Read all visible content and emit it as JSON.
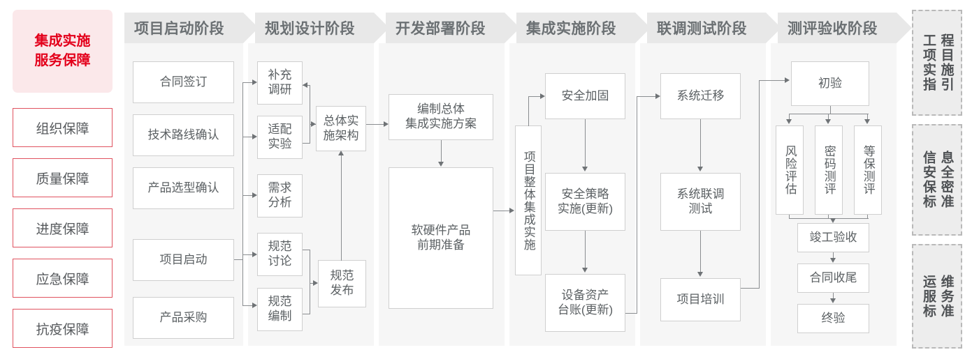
{
  "left_panel": {
    "title": "集成实施\n服务保障",
    "title_bg": "#fbe8ea",
    "title_color": "#e3001b",
    "items": [
      {
        "label": "组织保障"
      },
      {
        "label": "质量保障"
      },
      {
        "label": "进度保障"
      },
      {
        "label": "应急保障"
      },
      {
        "label": "抗疫保障"
      }
    ]
  },
  "phases": [
    {
      "header": "项目启动阶段"
    },
    {
      "header": "规划设计阶段"
    },
    {
      "header": "开发部署阶段"
    },
    {
      "header": "集成实施阶段"
    },
    {
      "header": "联调测试阶段"
    },
    {
      "header": "测评验收阶段"
    }
  ],
  "phase1_nodes": [
    {
      "label": "合同签订"
    },
    {
      "label": "技术路线确认"
    },
    {
      "label": "产品选型确认"
    },
    {
      "label": "项目启动"
    },
    {
      "label": "产品采购"
    }
  ],
  "phase2_nodes": [
    {
      "label": "补充\n调研"
    },
    {
      "label": "适配\n实验"
    },
    {
      "label": "需求\n分析"
    },
    {
      "label": "规范\n讨论"
    },
    {
      "label": "规范\n编制"
    },
    {
      "label": "总体实\n施架构"
    },
    {
      "label": "规范\n发布"
    }
  ],
  "phase3_nodes": [
    {
      "label": "编制总体\n集成实施方案"
    },
    {
      "label": "软硬件产品\n前期准备"
    }
  ],
  "phase4_nodes": [
    {
      "label": "项目整体集成实施",
      "vertical": true
    },
    {
      "label": "安全加固"
    },
    {
      "label": "安全策略\n实施(更新)"
    },
    {
      "label": "设备资产\n台账(更新)"
    }
  ],
  "phase5_nodes": [
    {
      "label": "系统迁移"
    },
    {
      "label": "系统联调\n测试"
    },
    {
      "label": "项目培训"
    }
  ],
  "phase6_nodes": [
    {
      "label": "初验"
    },
    {
      "label": "风险评估",
      "vertical": true
    },
    {
      "label": "密码测评",
      "vertical": true
    },
    {
      "label": "等保测评",
      "vertical": true
    },
    {
      "label": "竣工验收"
    },
    {
      "label": "合同收尾"
    },
    {
      "label": "终验"
    }
  ],
  "standards": [
    {
      "label": "程目施引\n工项实指"
    },
    {
      "label": "息全密准\n信安保标"
    },
    {
      "label": "维务准\n运服标"
    }
  ],
  "colors": {
    "column_bg": "#f6f6f6",
    "header_bg": "#e8e8e8",
    "header_text": "#6b7073",
    "box_border": "#cfcfcf",
    "box_text": "#5b6063",
    "accent_red": "#e3001b",
    "red_border": "#e0525f",
    "connector": "#8a8d90",
    "dashed_border": "#b9b9b9",
    "dashed_bg": "#ededed"
  }
}
